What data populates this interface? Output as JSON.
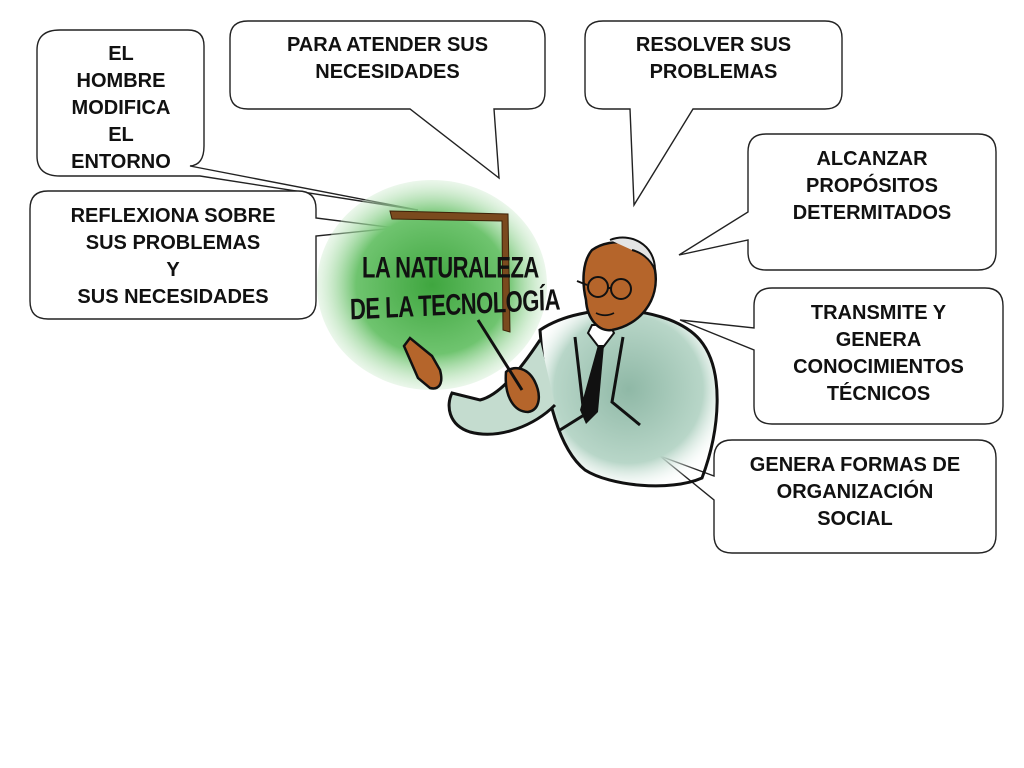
{
  "board": {
    "line1": "LA  NATURALEZA",
    "line2": "DE  LA  TECNOLOGÍA"
  },
  "bubbles": {
    "hombre": "EL\nHOMBRE\nMODIFICA\nEL\nENTORNO",
    "atender": "PARA ATENDER SUS\nNECESIDADES",
    "resolver": "RESOLVER SUS\nPROBLEMAS",
    "alcanzar": "ALCANZAR\nPROPÓSITOS\nDETERMITADOS",
    "reflexiona": "REFLEXIONA SOBRE\nSUS PROBLEMAS\nY\nSUS NECESIDADES",
    "transmite": "TRANSMITE Y\nGENERA\nCONOCIMIENTOS\nTÉCNICOS",
    "genera": "GENERA FORMAS DE\nORGANIZACIÓN\nSOCIAL"
  },
  "colors": {
    "board_green": "#5cb85c",
    "board_frame": "#7a4a1e",
    "skin": "#b5652b",
    "jacket": "#a8c8b8",
    "tie": "#111111"
  }
}
